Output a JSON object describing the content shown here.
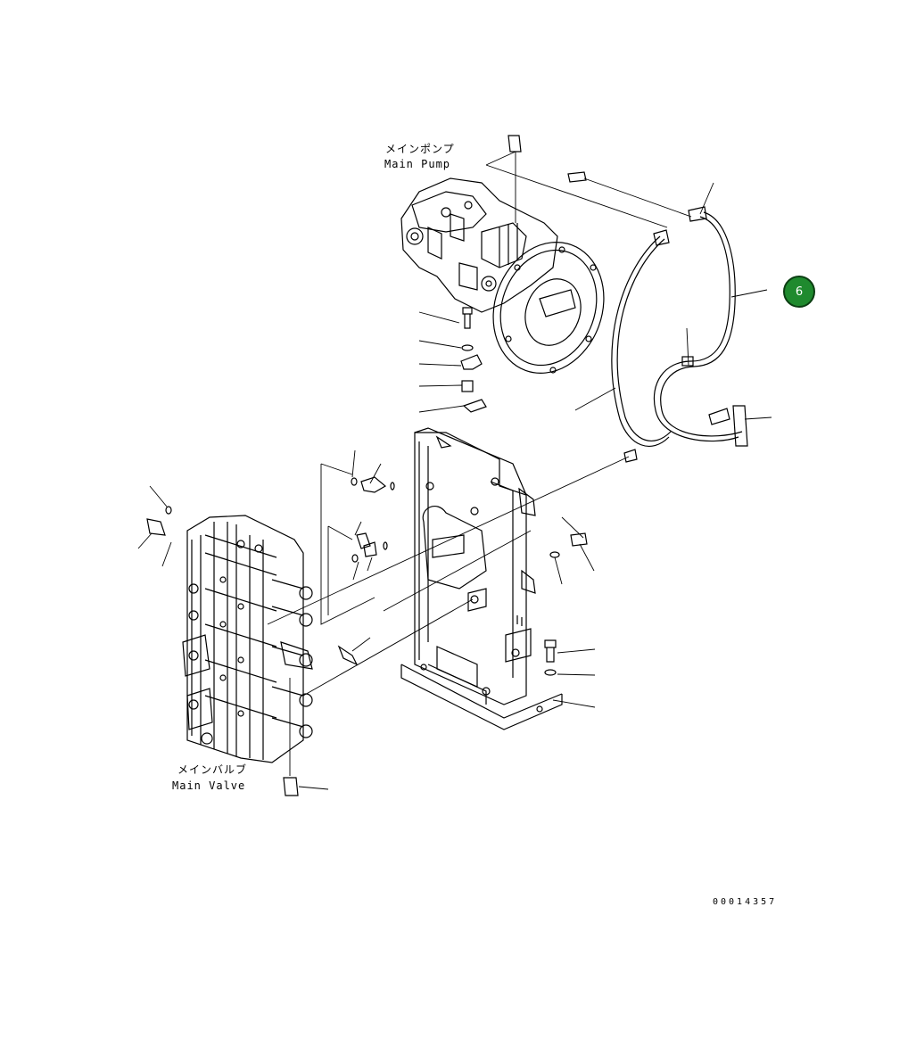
{
  "labels": {
    "main_pump_jp": "メインポンプ",
    "main_pump_en": "Main Pump",
    "main_valve_jp": "メインバルブ",
    "main_valve_en": "Main Valve",
    "doc_number": "00014357"
  },
  "callout": {
    "badge": "6",
    "color": "#1f8a2e"
  },
  "line_color": "#000000"
}
